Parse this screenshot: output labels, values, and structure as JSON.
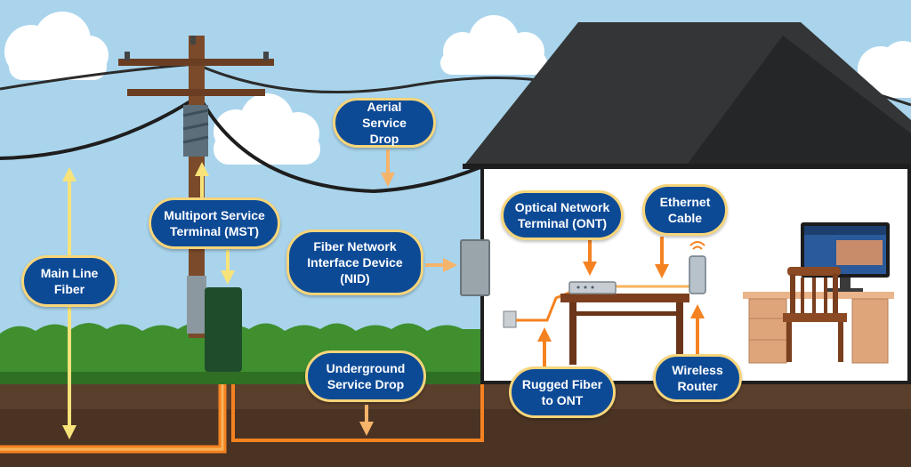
{
  "labels": {
    "main_line_fiber": [
      "Main Line",
      "Fiber"
    ],
    "mst": [
      "Multiport Service",
      "Terminal (MST)"
    ],
    "aerial_drop": [
      "Aerial Service",
      "Drop"
    ],
    "nid": [
      "Fiber Network",
      "Interface Device",
      "(NID)"
    ],
    "underground_drop": [
      "Underground",
      "Service Drop"
    ],
    "ont": [
      "Optical Network",
      "Terminal (ONT)"
    ],
    "ethernet": [
      "Ethernet",
      "Cable"
    ],
    "rugged_fiber": [
      "Rugged Fiber",
      "to ONT"
    ],
    "wireless_router": [
      "Wireless",
      "Router"
    ]
  },
  "colors": {
    "sky": "#a9d4ec",
    "bubble_fill": "#0d4a96",
    "bubble_border": "#f7d57a",
    "fiber_orange": "#f58220",
    "yellow_arrow": "#f8e37a",
    "grass": "#3f8f2f",
    "soil": "#5a3f2c",
    "roof": "#333536"
  }
}
